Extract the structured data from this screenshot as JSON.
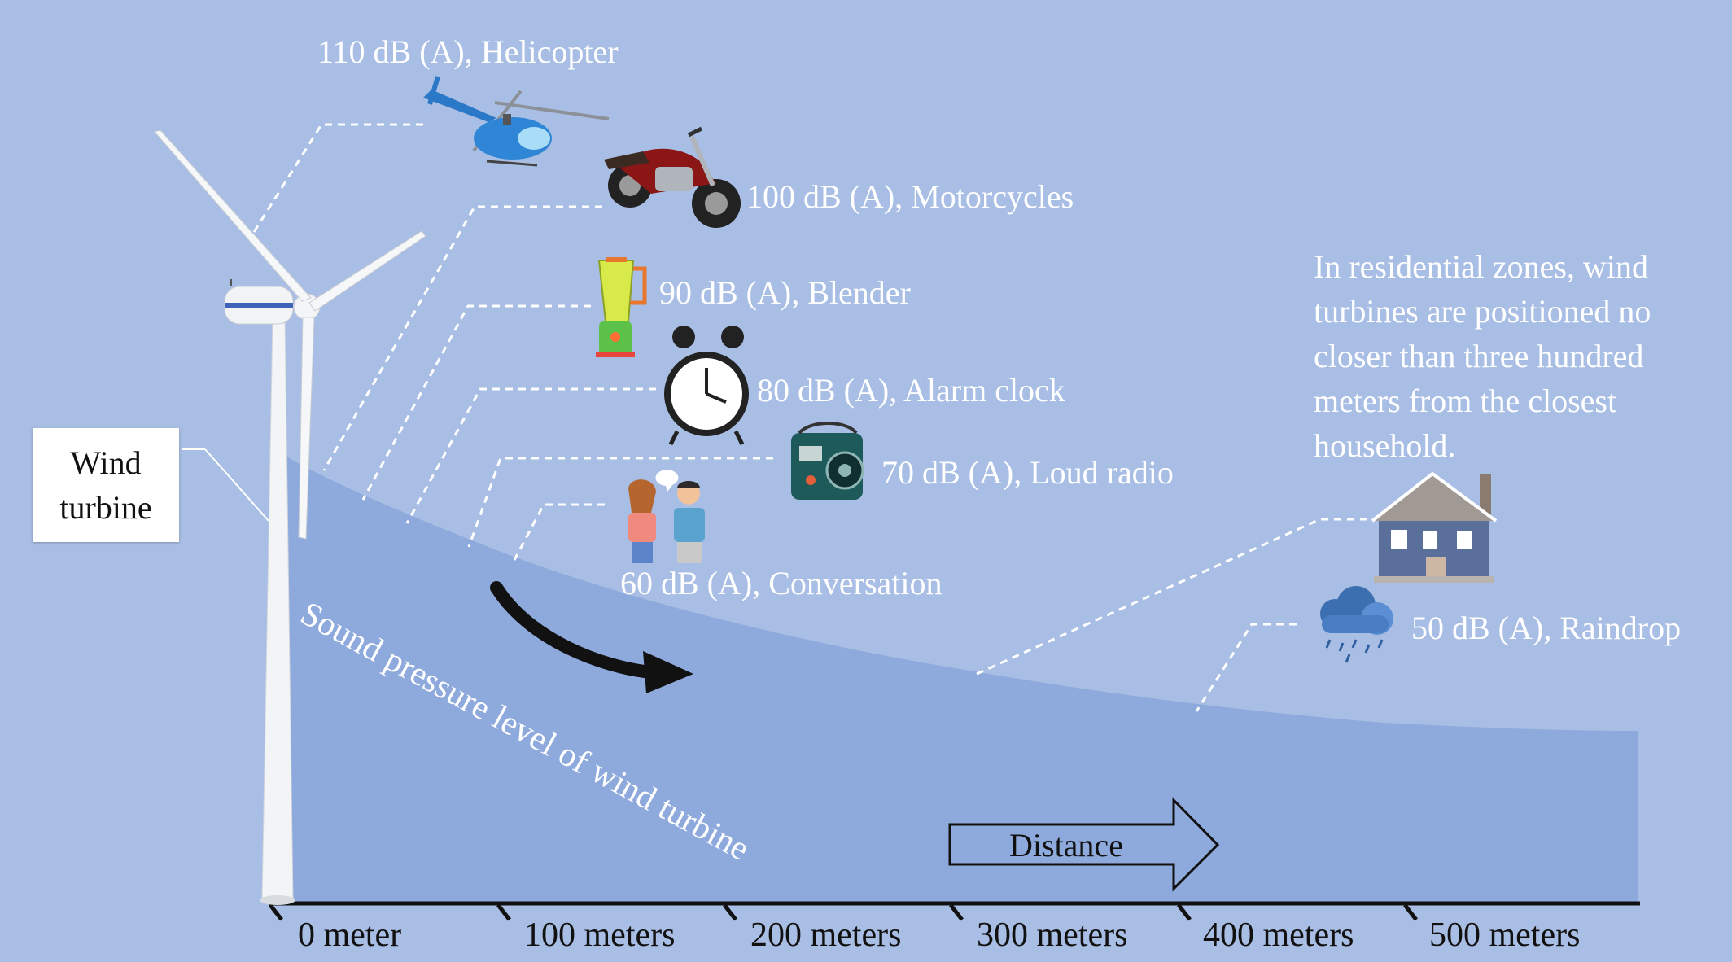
{
  "colors": {
    "sky": "#a9bee4",
    "ground_area": "#8ea9dc",
    "label_text": "#ffffff",
    "axis": "#111111"
  },
  "sources": [
    {
      "label": "110 dB (A), Helicopter",
      "icon": "helicopter-icon"
    },
    {
      "label": "100 dB (A), Motorcycles",
      "icon": "motorcycle-icon"
    },
    {
      "label": "90 dB (A), Blender",
      "icon": "blender-icon"
    },
    {
      "label": "80 dB (A), Alarm clock",
      "icon": "alarm-clock-icon"
    },
    {
      "label": "70 dB (A), Loud radio",
      "icon": "radio-icon"
    },
    {
      "label": "60 dB (A), Conversation",
      "icon": "conversation-icon"
    },
    {
      "label": "50 dB (A), Raindrop",
      "icon": "rain-cloud-icon"
    }
  ],
  "note_lines": [
    "In residential zones, wind",
    "turbines are positioned no",
    "closer than three hundred",
    "meters from the closest",
    "household."
  ],
  "turbine_label": [
    "Wind",
    "turbine"
  ],
  "curve_label": "Sound pressure level of wind turbine",
  "distance_label": "Distance",
  "axis_ticks": [
    "0 meter",
    "100 meters",
    "200 meters",
    "300 meters",
    "400 meters",
    "500 meters"
  ],
  "icons": [
    "wind-turbine-icon",
    "house-icon",
    "trend-arrow-icon",
    "distance-arrow-icon"
  ]
}
